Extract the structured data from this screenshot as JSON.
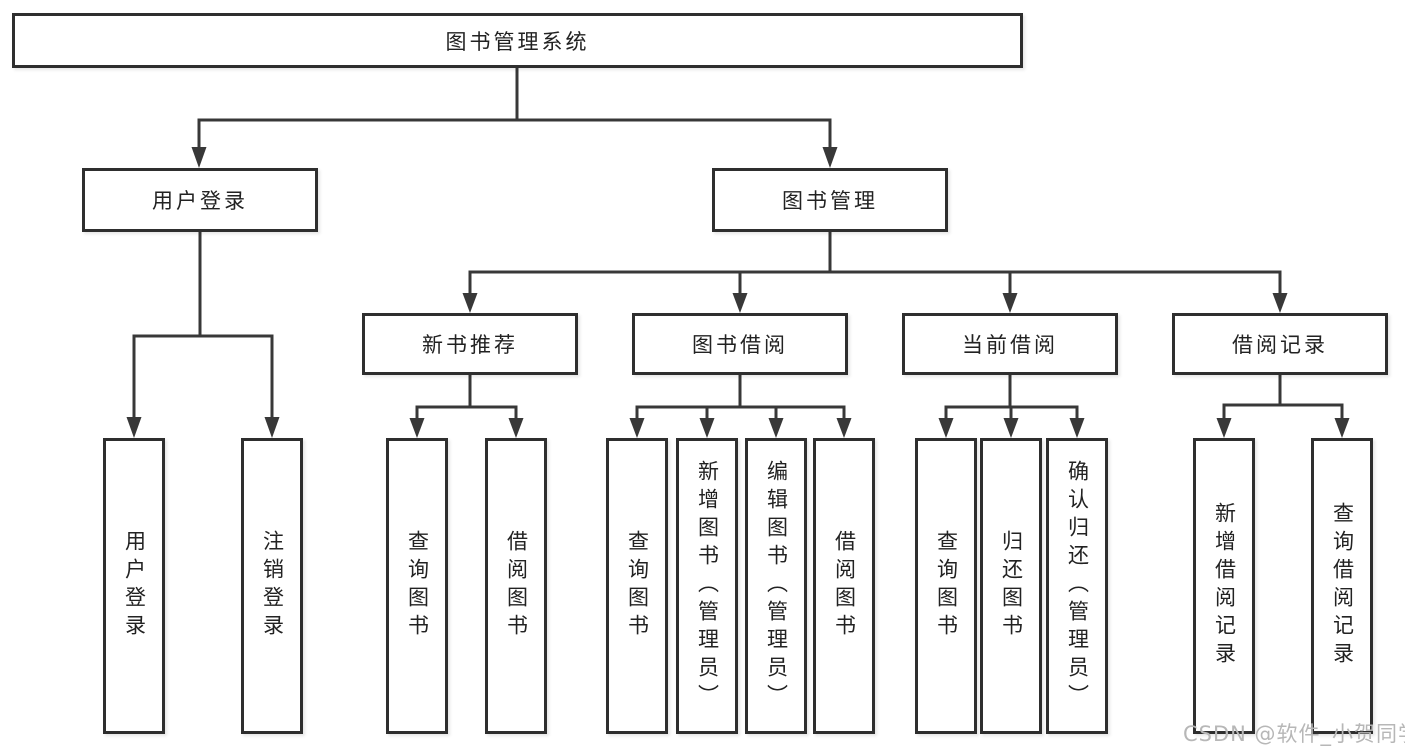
{
  "diagram_title": "图书管理系统",
  "colors": {
    "line": "#383838",
    "box_border": "#2e2e2e",
    "box_fill": "#ffffff",
    "text": "#222222",
    "watermark": "#b7b7b7",
    "background": "#ffffff"
  },
  "tree": {
    "root": {
      "label": "图书管理系统"
    },
    "branches": [
      {
        "label": "用户登录",
        "children": [
          {
            "label": "用户登录"
          },
          {
            "label": "注销登录"
          }
        ]
      },
      {
        "label": "图书管理",
        "children": [
          {
            "label": "新书推荐",
            "children": [
              {
                "label": "查询图书"
              },
              {
                "label": "借阅图书"
              }
            ]
          },
          {
            "label": "图书借阅",
            "children": [
              {
                "label": "查询图书"
              },
              {
                "label": "新增图书（管理员）"
              },
              {
                "label": "编辑图书（管理员）"
              },
              {
                "label": "借阅图书"
              }
            ]
          },
          {
            "label": "当前借阅",
            "children": [
              {
                "label": "查询图书"
              },
              {
                "label": "归还图书"
              },
              {
                "label": "确认归还（管理员）"
              }
            ]
          },
          {
            "label": "借阅记录",
            "children": [
              {
                "label": "新增借阅记录"
              },
              {
                "label": "查询借阅记录"
              }
            ]
          }
        ]
      }
    ]
  },
  "watermark": {
    "text": "CSDN @软件_小贺同学"
  }
}
